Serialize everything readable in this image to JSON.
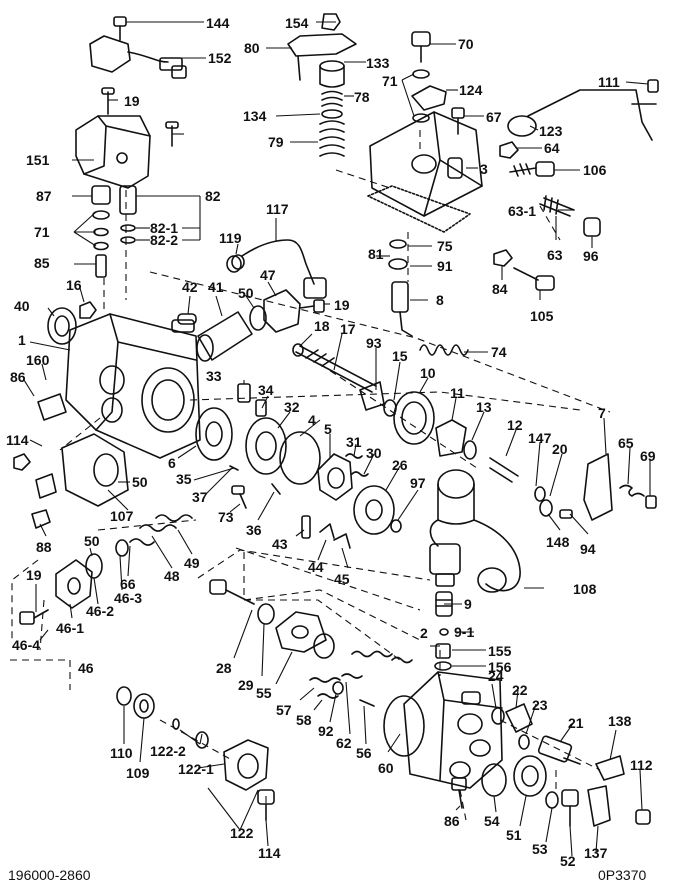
{
  "diagram": {
    "part_numbers": [
      "144",
      "152",
      "154",
      "80",
      "70",
      "133",
      "71",
      "78",
      "124",
      "134",
      "67",
      "111",
      "79",
      "123",
      "19",
      "64",
      "3",
      "106",
      "151",
      "63-1",
      "87",
      "82",
      "82-1",
      "82-2",
      "117",
      "63",
      "71",
      "119",
      "81",
      "75",
      "96",
      "85",
      "91",
      "47",
      "84",
      "16",
      "42",
      "41",
      "50",
      "19",
      "8",
      "40",
      "105",
      "18",
      "1",
      "17",
      "160",
      "93",
      "74",
      "86",
      "33",
      "15",
      "10",
      "34",
      "11",
      "13",
      "32",
      "7",
      "12",
      "147",
      "65",
      "69",
      "20",
      "114",
      "4",
      "5",
      "31",
      "30",
      "26",
      "6",
      "35",
      "97",
      "37",
      "50",
      "73",
      "36",
      "148",
      "94",
      "107",
      "88",
      "43",
      "44",
      "45",
      "50",
      "108",
      "49",
      "48",
      "66",
      "46-3",
      "19",
      "46-2",
      "46-1",
      "9",
      "9-1",
      "46-4",
      "28",
      "2",
      "155",
      "46",
      "29",
      "156",
      "55",
      "24",
      "57",
      "22",
      "58",
      "23",
      "92",
      "21",
      "62",
      "138",
      "56",
      "112",
      "60",
      "110",
      "122-2",
      "109",
      "122-1",
      "122",
      "86",
      "54",
      "51",
      "53",
      "52",
      "137",
      "114"
    ],
    "footer_left": "196000-2860",
    "footer_right": "0P3370"
  }
}
